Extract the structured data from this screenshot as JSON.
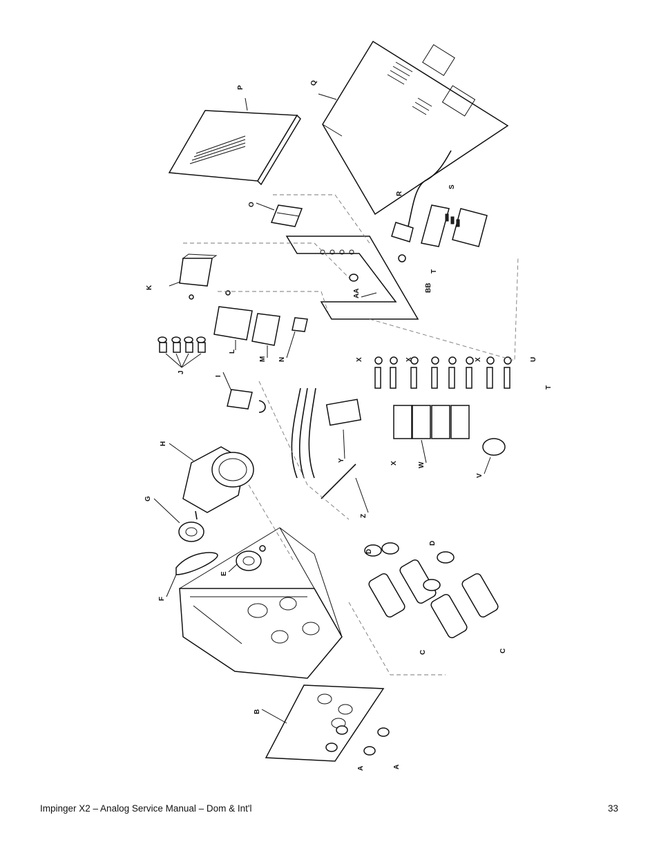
{
  "footer": {
    "title": "Impinger X2 – Analog Service Manual – Dom & Int'l",
    "page_number": "33"
  },
  "diagram": {
    "callouts": {
      "A1": "A",
      "A2": "A",
      "B": "B",
      "C1": "C",
      "C2": "C",
      "D1": "D",
      "D2": "D",
      "E": "E",
      "F": "F",
      "G": "G",
      "H": "H",
      "I": "I",
      "J": "J",
      "K": "K",
      "L": "L",
      "M": "M",
      "N": "N",
      "O": "O",
      "P": "P",
      "Q": "Q",
      "R": "R",
      "S": "S",
      "T1": "T",
      "T2": "T",
      "U": "U",
      "V": "V",
      "W": "W",
      "X1": "X",
      "X2": "X",
      "X3": "X",
      "X4": "X",
      "Y": "Y",
      "Z": "Z",
      "AA": "AA",
      "BB": "BB"
    }
  }
}
